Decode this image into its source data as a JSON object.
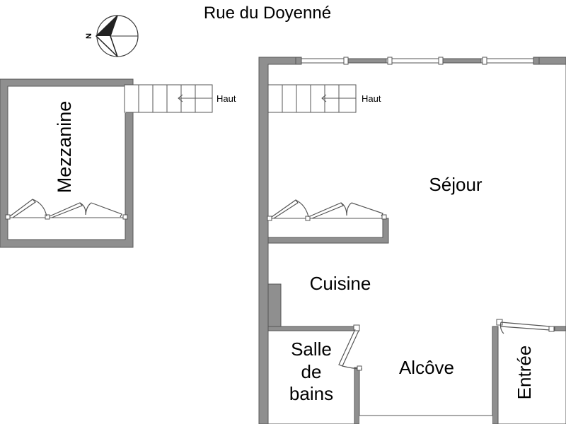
{
  "title": "Rue du Doyenné",
  "compass": {
    "label": "N",
    "icon": "north-arrow-icon"
  },
  "rooms": {
    "mezzanine": "Mezzanine",
    "sejour": "Séjour",
    "cuisine": "Cuisine",
    "salle_de_bains": [
      "Salle",
      "de",
      "bains"
    ],
    "alcove": "Alcôve",
    "entree": "Entrée"
  },
  "stairs": {
    "direction_label": "Haut",
    "direction_label_2": "Haut"
  },
  "colors": {
    "wall": "#8f8f8f",
    "wall_stroke": "#5a5a5a",
    "background": "#ffffff"
  }
}
